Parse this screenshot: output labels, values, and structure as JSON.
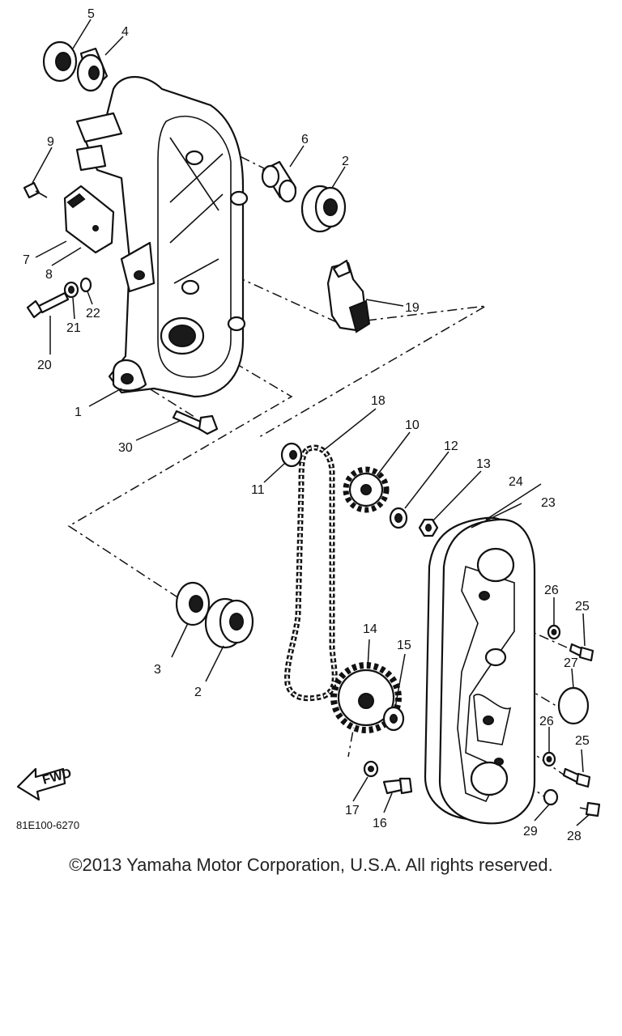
{
  "callouts": {
    "c1": "1",
    "c2a": "2",
    "c2b": "2",
    "c3": "3",
    "c4": "4",
    "c5": "5",
    "c6": "6",
    "c7": "7",
    "c8": "8",
    "c9": "9",
    "c10": "10",
    "c11": "11",
    "c12": "12",
    "c13": "13",
    "c14": "14",
    "c15": "15",
    "c16": "16",
    "c17": "17",
    "c18": "18",
    "c19": "19",
    "c20": "20",
    "c21": "21",
    "c22": "22",
    "c23": "23",
    "c24": "24",
    "c25a": "25",
    "c25b": "25",
    "c26a": "26",
    "c26b": "26",
    "c27": "27",
    "c28": "28",
    "c29": "29",
    "c30": "30"
  },
  "fwd_label": "FWD",
  "drawing_code": "81E100-6270",
  "copyright": "©2013 Yamaha Motor Corporation, U.S.A. All rights reserved."
}
